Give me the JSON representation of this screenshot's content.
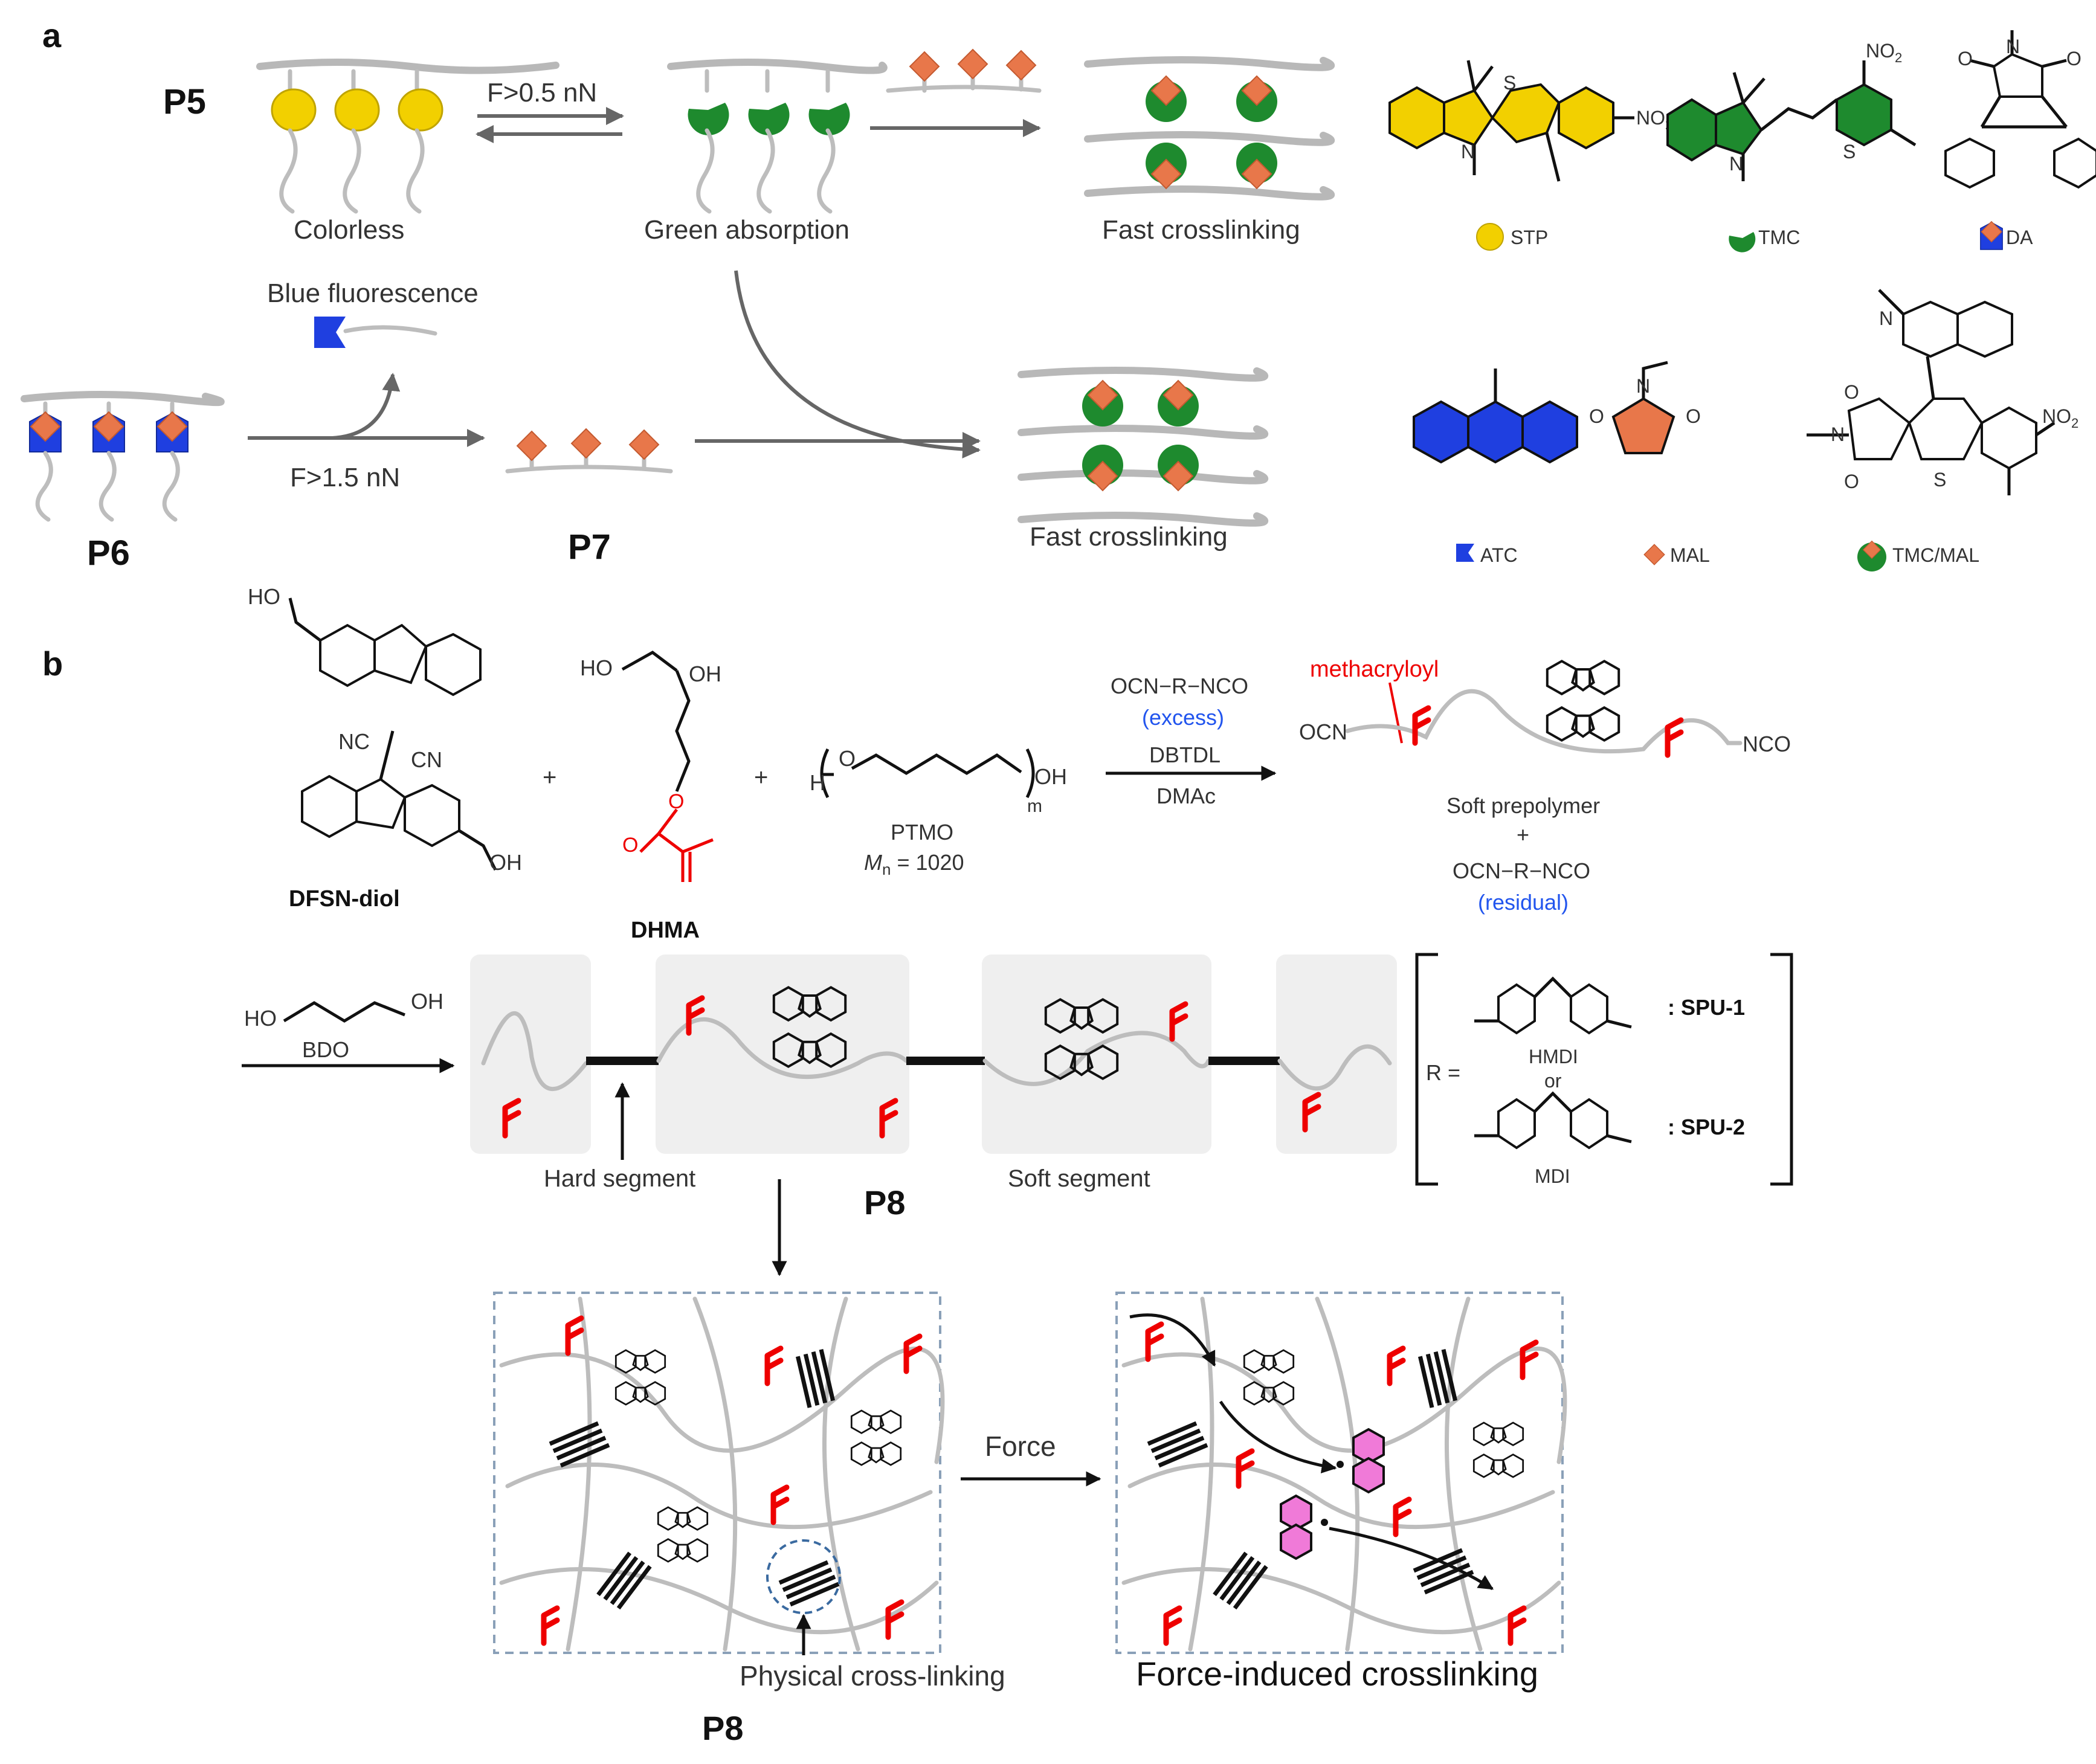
{
  "panel_a": {
    "label": "a",
    "p5": "P5",
    "p6": "P6",
    "p7": "P7",
    "force_p5": "F>0.5 nN",
    "force_p6": "F>1.5 nN",
    "colorless": "Colorless",
    "green_absorption": "Green absorption",
    "fast_crosslinking_1": "Fast crosslinking",
    "fast_crosslinking_2": "Fast crosslinking",
    "blue_fluorescence": "Blue fluorescence",
    "legend": {
      "stp": "STP",
      "tmc": "TMC",
      "da": "DA",
      "atc": "ATC",
      "mal": "MAL",
      "tmc_mal": "TMC/MAL"
    },
    "struct_labels": {
      "no2": "NO",
      "two": "2",
      "n": "N",
      "s": "S",
      "s_minus": "S",
      "o": "O"
    }
  },
  "panel_b": {
    "label": "b",
    "dfsn_diol": "DFSN-diol",
    "dhma": "DHMA",
    "ptmo": "PTMO",
    "mn": "M",
    "mn_sub": "n",
    "mn_value": " = 1020",
    "m_sub": "m",
    "ho": "HO",
    "oh": "OH",
    "h": "H",
    "o": "O",
    "nc": "NC",
    "cn": "CN",
    "plus": "+",
    "reagent_1": "OCN−R−NCO",
    "excess": "(excess)",
    "dbtdl": "DBTDL",
    "dmac": "DMAc",
    "methacryloyl": "methacryloyl",
    "ocn": "OCN",
    "nco": "NCO",
    "soft_prepolymer": "Soft prepolymer",
    "reagent_2": "OCN−R−NCO",
    "residual": "(residual)",
    "bdo": "BDO",
    "hard_segment": "Hard segment",
    "soft_segment": "Soft segment",
    "p8_1": "P8",
    "p8_2": "P8",
    "r_eq": "R =",
    "hmdi": "HMDI",
    "or": "or",
    "mdi": "MDI",
    "spu1": ": SPU-1",
    "spu2": ": SPU-2",
    "force": "Force",
    "physical_crosslinking": "Physical cross-linking",
    "force_induced": "Force-induced crosslinking"
  },
  "colors": {
    "stp_yellow": "#f2d000",
    "tmc_green": "#1e8a2e",
    "mal_orange": "#e8774a",
    "atc_blue": "#1f3fe0",
    "methacryloyl_red": "#e60000",
    "reagent_blue": "#2255ee",
    "radical_pink": "#f07ad8"
  }
}
